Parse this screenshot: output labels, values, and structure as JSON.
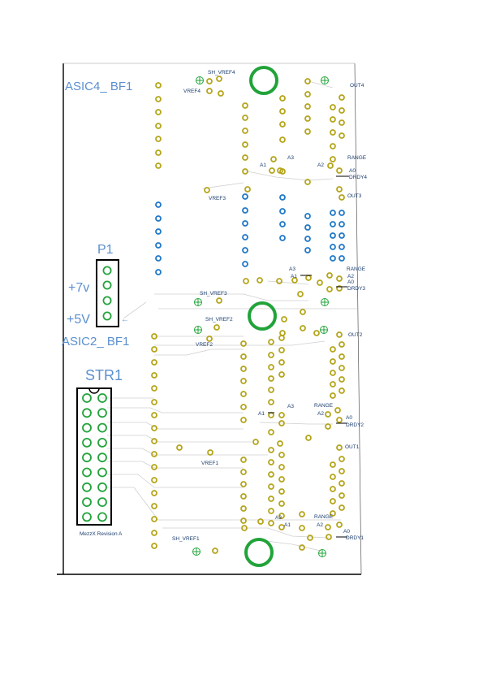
{
  "board": {
    "headers": {
      "asic4": "ASIC4_ BF1",
      "asic2": "ASIC2_ BF1",
      "p1": "P1",
      "str1": "STR1",
      "plus7v": "+7v",
      "plus5v": "+5V",
      "revision": "MezzX Revision A"
    },
    "labels": {
      "sh_vref4": "SH_VREF4",
      "vref4": "VREF4",
      "sh_vref3": "SH_VREF3",
      "vref3": "VREF3",
      "sh_vref2": "SH_VREF2",
      "vref2": "VREF2",
      "sh_vref1": "SH_VREF1",
      "vref1": "VREF1",
      "out4": "OUT4",
      "out3": "OUT3",
      "out2": "OUT2",
      "out1": "OUT1",
      "range4": "RANGE",
      "range3": "RANGE",
      "range2": "RANGE",
      "range1": "RANGE",
      "drdy4": "DRDY4",
      "drdy3": "DRDY3",
      "drdy2": "DRDY2",
      "drdy1": "DRDY1",
      "a1_4": "A1",
      "a3_4": "A3",
      "a2_4": "A2",
      "a0_4": "A0",
      "a3_3": "A3",
      "a1_3": "A1",
      "a2_3": "A2",
      "a0_3": "A0",
      "a1_2": "A1",
      "a3_2": "A3",
      "a2_2": "A2",
      "a0_2": "A0",
      "a3_1": "A3",
      "a1_1": "A1",
      "a2_1": "A2",
      "a0_1": "A0"
    },
    "colors": {
      "pad_gold": "#b5a51b",
      "pad_blue": "#1f78c8",
      "hole_green": "#22a33a",
      "silk_text": "#1a3c6e",
      "header_text": "#5b8fcf",
      "trace": "#c9c9c9",
      "outline": "#000000"
    }
  }
}
